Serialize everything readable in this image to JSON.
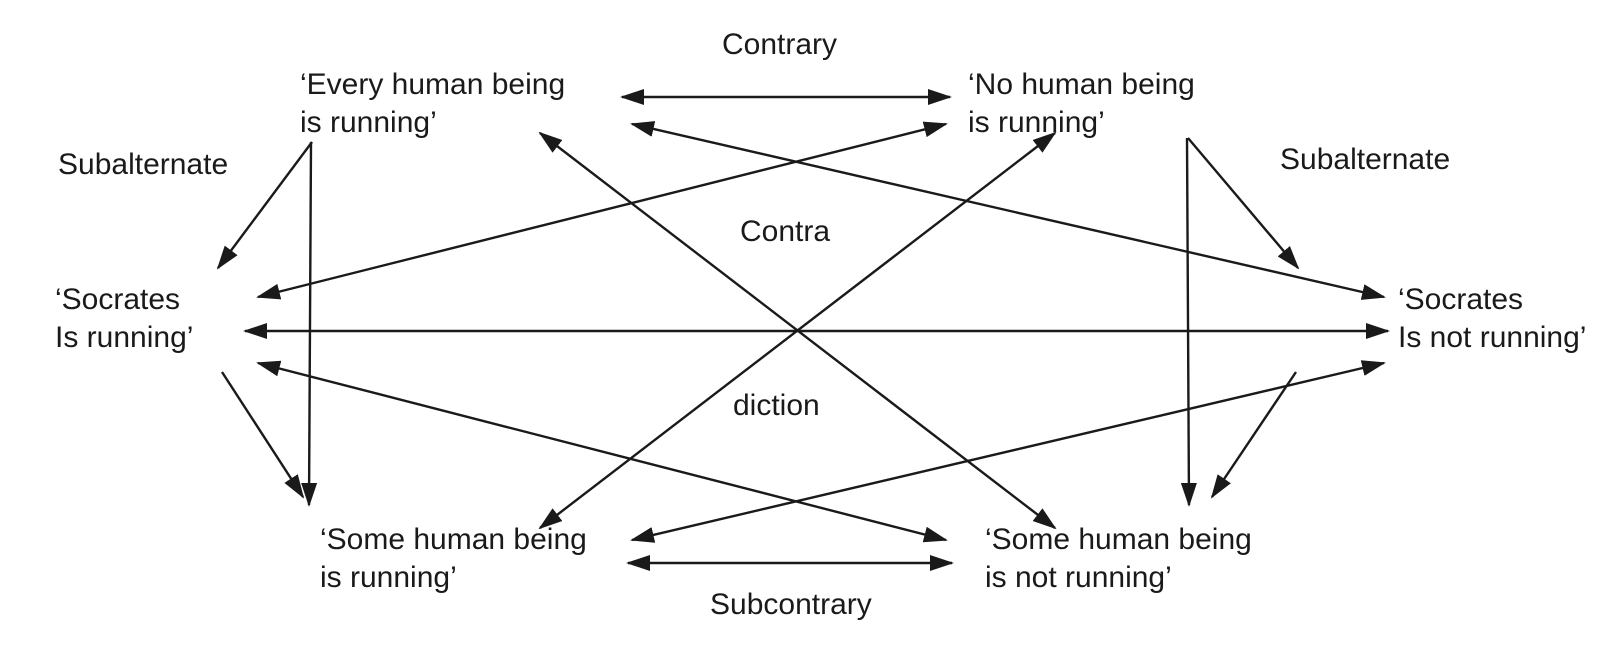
{
  "diagram": {
    "nodes": {
      "every_human_running": "‘Every human being\nis running’",
      "no_human_running": "‘No human being\nis running’",
      "socrates_running": "‘Socrates\nIs running’",
      "socrates_not_running": "‘Socrates\nIs not running’",
      "some_human_running": "‘Some human being\nis running’",
      "some_human_not_running": "‘Some human being\nis not running’"
    },
    "labels": {
      "contrary": "Contrary",
      "subalternate_left": "Subalternate",
      "subalternate_right": "Subalternate",
      "contradiction_top": "Contra",
      "contradiction_bottom": "diction",
      "subcontrary": "Subcontrary"
    },
    "colors": {
      "line": "#1a1a1a",
      "text": "#1a1a1a",
      "background": "#ffffff"
    }
  }
}
